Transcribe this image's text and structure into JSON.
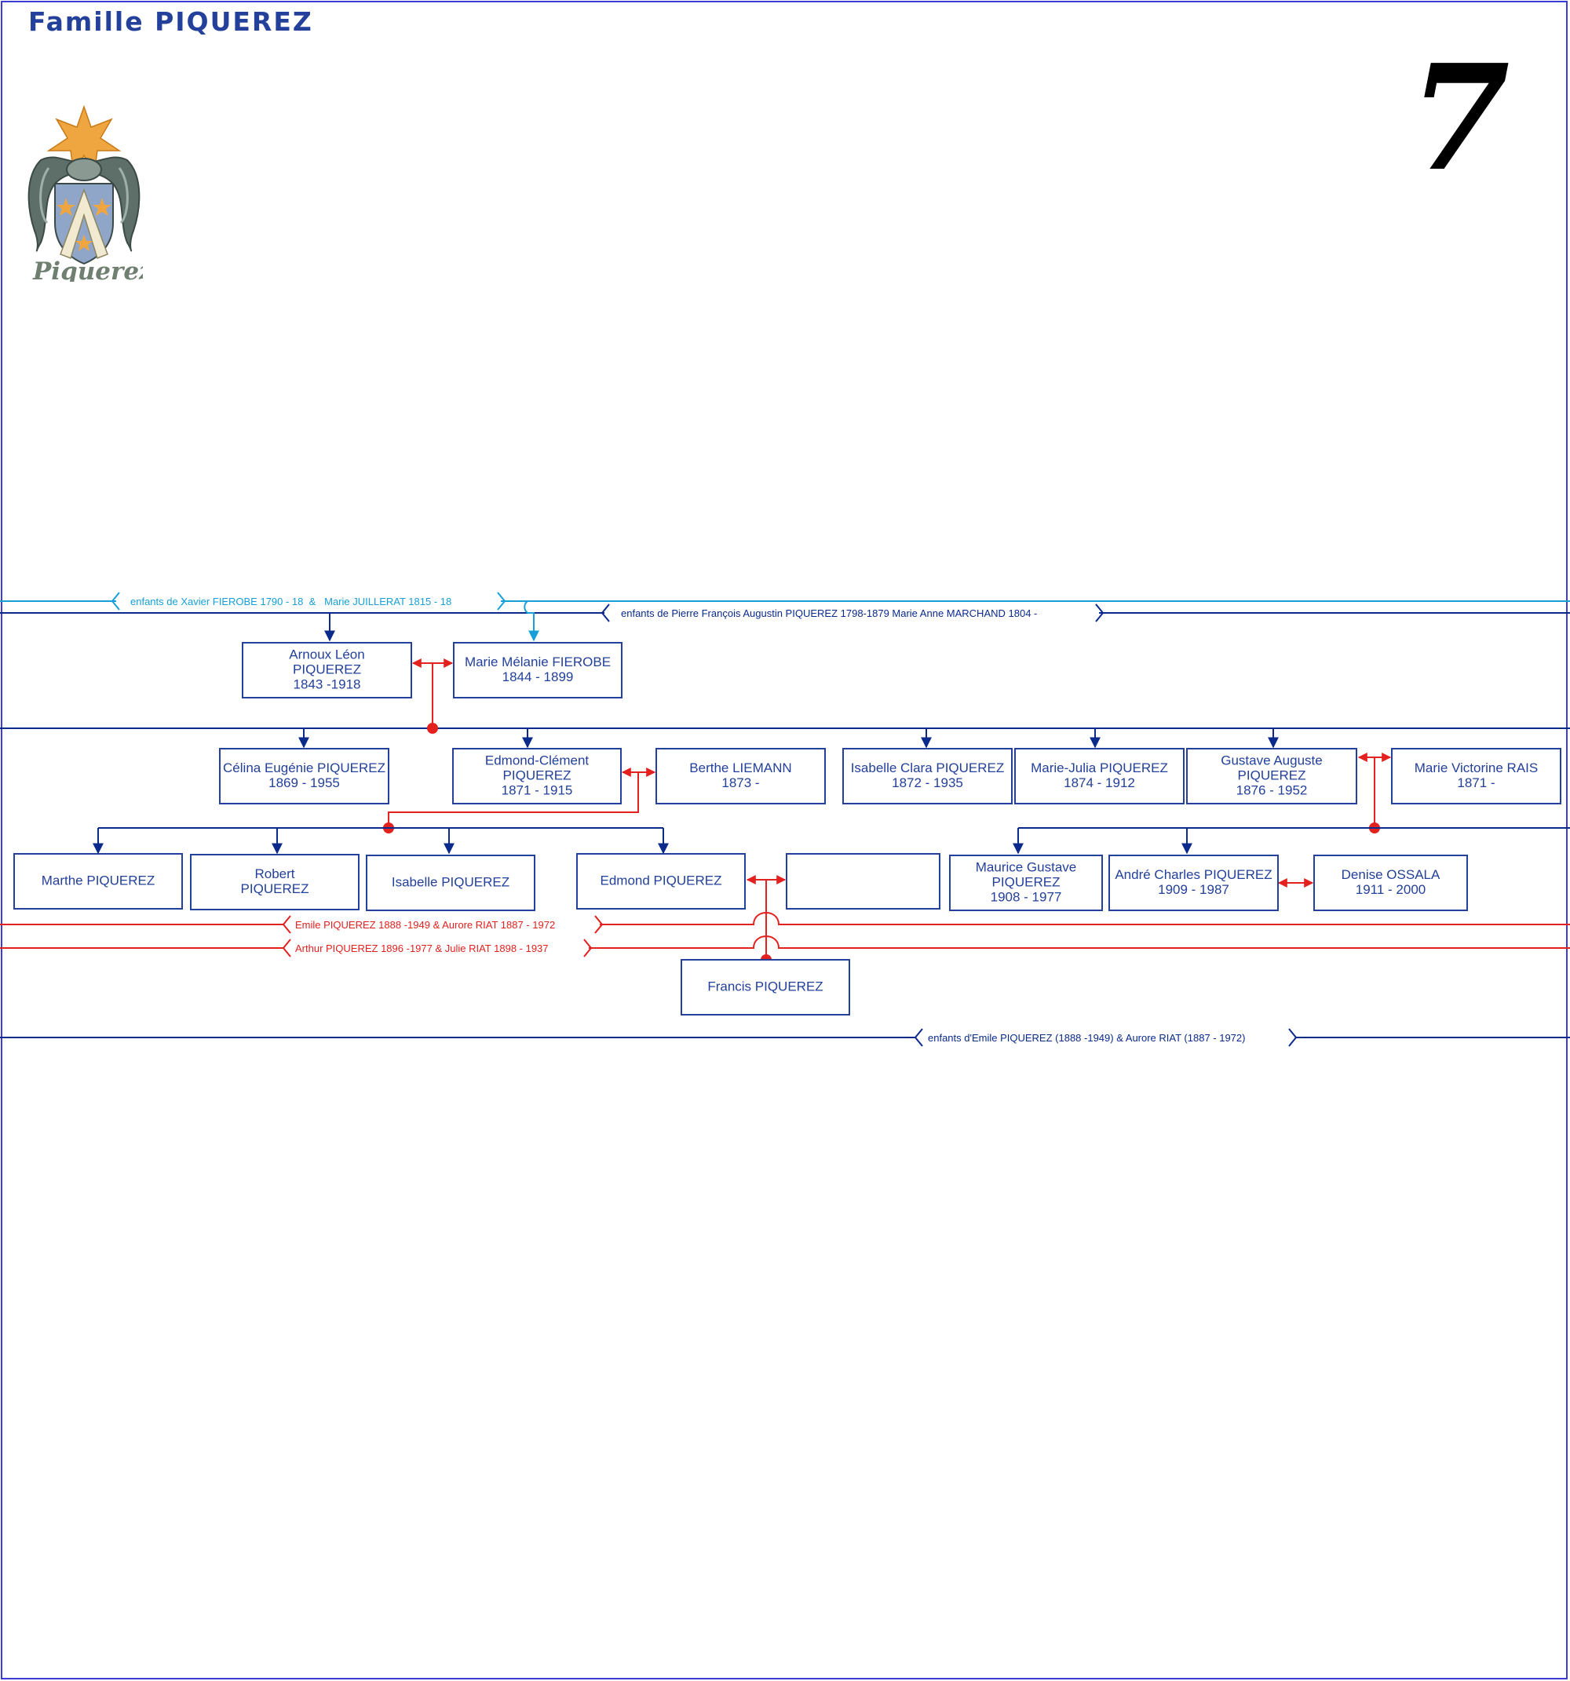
{
  "page": {
    "title": "Famille PIQUEREZ",
    "number": "7"
  },
  "crest": {
    "label": "Piquerez",
    "icon": "coat-of-arms-icon"
  },
  "colors": {
    "dark_blue": "#0a2a8c",
    "box_blue": "#23409a",
    "cyan": "#17a0d8",
    "red": "#e3211f"
  },
  "lines": {
    "fierobe_children": "enfants de Xavier FIEROBE 1790 - 18  &   Marie JUILLERAT 1815 - 18",
    "piquerez_children": "enfants de Pierre François Augustin PIQUEREZ 1798-1879 Marie Anne MARCHAND 1804 -",
    "emile_aurore": "Emile PIQUEREZ 1888 -1949 & Aurore RIAT 1887 - 1972",
    "arthur_julie": "Arthur PIQUEREZ 1896 -1977 & Julie RIAT 1898 - 1937",
    "emile_children": "enfants d'Emile PIQUEREZ (1888 -1949) & Aurore RIAT (1887 - 1972)"
  },
  "people": {
    "arnoux": {
      "lines": [
        "Arnoux Léon",
        "PIQUEREZ",
        "1843 -1918"
      ]
    },
    "marie_melanie": {
      "lines": [
        "Marie Mélanie FIEROBE",
        "1844 - 1899"
      ]
    },
    "celina": {
      "lines": [
        "Célina Eugénie PIQUEREZ",
        "1869 - 1955"
      ]
    },
    "edmond_clement": {
      "lines": [
        "Edmond-Clément",
        "PIQUEREZ",
        "1871 - 1915"
      ]
    },
    "berthe": {
      "lines": [
        "Berthe LIEMANN",
        "1873 -"
      ]
    },
    "isabelle_clara": {
      "lines": [
        "Isabelle Clara PIQUEREZ",
        "1872 - 1935"
      ]
    },
    "marie_julia": {
      "lines": [
        "Marie-Julia PIQUEREZ",
        "1874 - 1912"
      ]
    },
    "gustave": {
      "lines": [
        "Gustave Auguste",
        "PIQUEREZ",
        "1876 - 1952"
      ]
    },
    "marie_victorine": {
      "lines": [
        "Marie Victorine RAIS",
        "1871 -"
      ]
    },
    "marthe": {
      "lines": [
        "Marthe  PIQUEREZ"
      ]
    },
    "robert": {
      "lines": [
        "Robert",
        "PIQUEREZ"
      ]
    },
    "isabelle": {
      "lines": [
        "Isabelle PIQUEREZ"
      ]
    },
    "edmond": {
      "lines": [
        "Edmond PIQUEREZ"
      ]
    },
    "edmond_spouse": {
      "lines": []
    },
    "maurice": {
      "lines": [
        "Maurice Gustave",
        "PIQUEREZ",
        "1908 - 1977"
      ]
    },
    "andre": {
      "lines": [
        "André Charles PIQUEREZ",
        "1909 - 1987"
      ]
    },
    "denise": {
      "lines": [
        "Denise OSSALA",
        "1911 -  2000"
      ]
    },
    "francis": {
      "lines": [
        "Francis PIQUEREZ"
      ]
    }
  }
}
